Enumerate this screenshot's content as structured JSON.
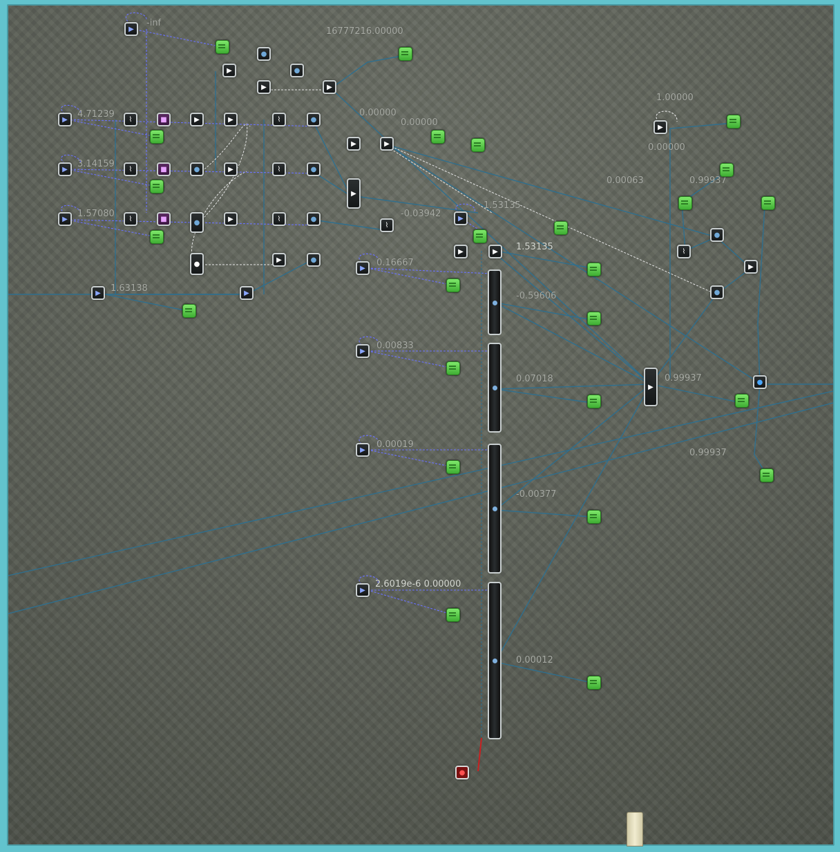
{
  "labels": {
    "neg_inf": "-inf",
    "big_value": "16777216.00000",
    "zero_a": "0.00000",
    "zero_b": "0.00000",
    "v4712": "4.71239",
    "v3141": "3.14159",
    "v1570": "1.57080",
    "v1631_left": "1.63138",
    "v0394": "-0.03942",
    "v1531_a": "1.53135",
    "v1531_b": "1.53135",
    "v0166": "0.16667",
    "v0598": "-0.59606",
    "v0083": "0.00833",
    "v0701": "0.07018",
    "v0001": "0.00019",
    "v0377": "-0.00377",
    "v2601": "2.6019e-6 0.00000",
    "v00012": "0.00012",
    "one": "1.00000",
    "zero_right": "0.00000",
    "v00063": "0.00063",
    "v9993_a": "0.99937",
    "v9993_b": "0.99937",
    "v9993_c": "0.99937"
  },
  "colors": {
    "wire_blue": "#2f6f8e",
    "wire_dash": "#6b72ff",
    "wire_white": "#e6e6e6",
    "wire_red": "#c82020",
    "node_green": "#5bd24a"
  }
}
